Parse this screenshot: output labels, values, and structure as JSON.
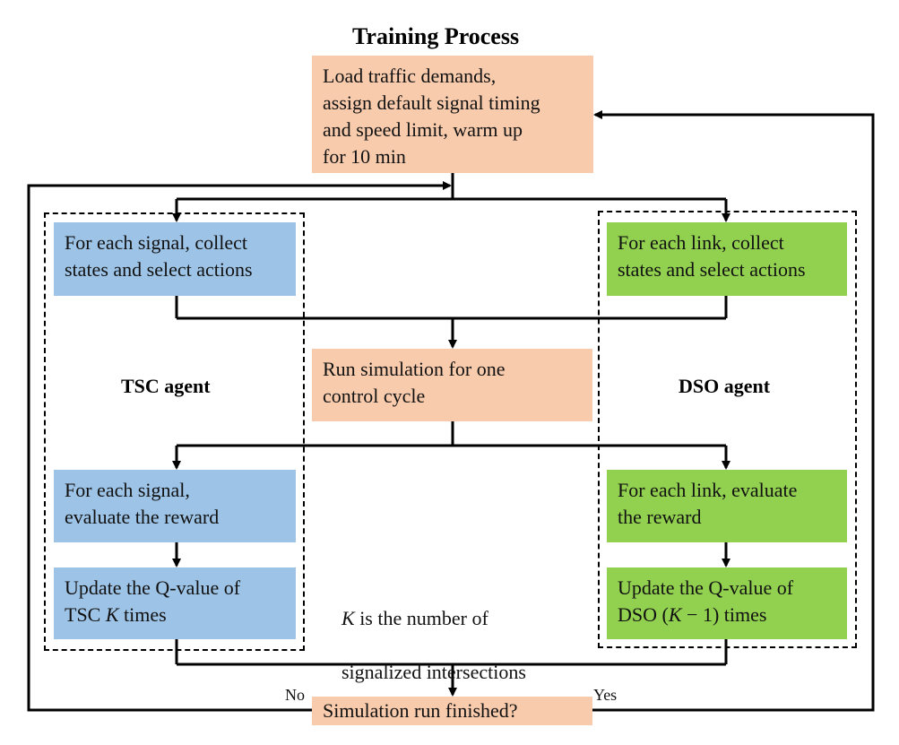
{
  "title": "Training Process",
  "nodes": {
    "load": "Load traffic demands,\nassign default signal timing\nand speed limit, warm up\nfor 10 min",
    "tsc_collect": "For each signal, collect\nstates and select actions",
    "dso_collect": "For each link, collect\nstates and select actions",
    "run_sim": "Run simulation for one\ncontrol cycle",
    "tsc_reward": "For each signal,\nevaluate the reward",
    "dso_reward": "For each link, evaluate\nthe reward",
    "tsc_update_line1": "Update the Q-value of",
    "tsc_update_line2_prefix": "TSC ",
    "tsc_update_var": "K",
    "tsc_update_line2_suffix": " times",
    "dso_update_line1": "Update the Q-value of",
    "dso_update_line2_prefix": "DSO (",
    "dso_update_var": "K",
    "dso_update_line2_suffix": " − 1) times",
    "finished": "Simulation run finished?"
  },
  "agents": {
    "tsc": "TSC agent",
    "dso": "DSO agent"
  },
  "note": {
    "var": "K",
    "line1_suffix": " is the number of",
    "line2": "signalized intersections"
  },
  "branches": {
    "no": "No",
    "yes": "Yes"
  },
  "colors": {
    "peach": "#f8cbad",
    "blue": "#9dc3e6",
    "green": "#92d050",
    "line": "#000000"
  }
}
